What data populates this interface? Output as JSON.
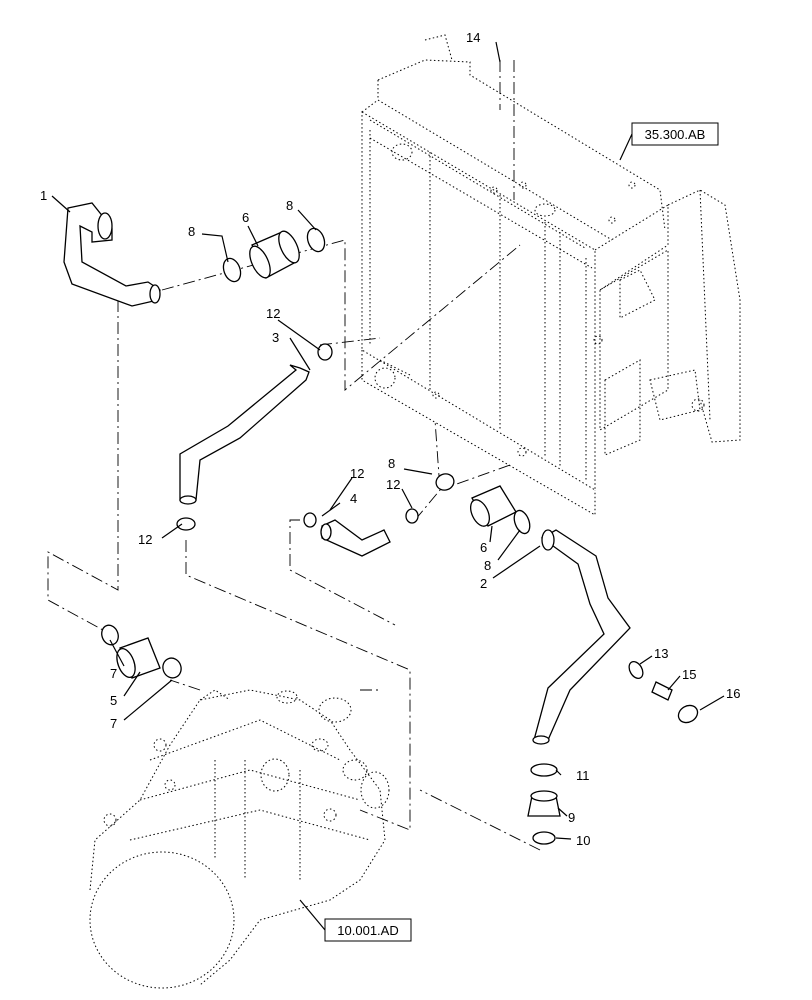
{
  "references": {
    "radiator": "35.300.AB",
    "engine": "10.001.AD"
  },
  "callouts": {
    "c1": "1",
    "c2": "2",
    "c3": "3",
    "c4": "4",
    "c5": "5",
    "c6a": "6",
    "c6b": "6",
    "c7a": "7",
    "c7b": "7",
    "c8a": "8",
    "c8b": "8",
    "c8c": "8",
    "c8d": "8",
    "c9": "9",
    "c10": "10",
    "c11": "11",
    "c12a": "12",
    "c12b": "12",
    "c12c": "12",
    "c12d": "12",
    "c13": "13",
    "c14": "14",
    "c15": "15",
    "c16": "16"
  }
}
